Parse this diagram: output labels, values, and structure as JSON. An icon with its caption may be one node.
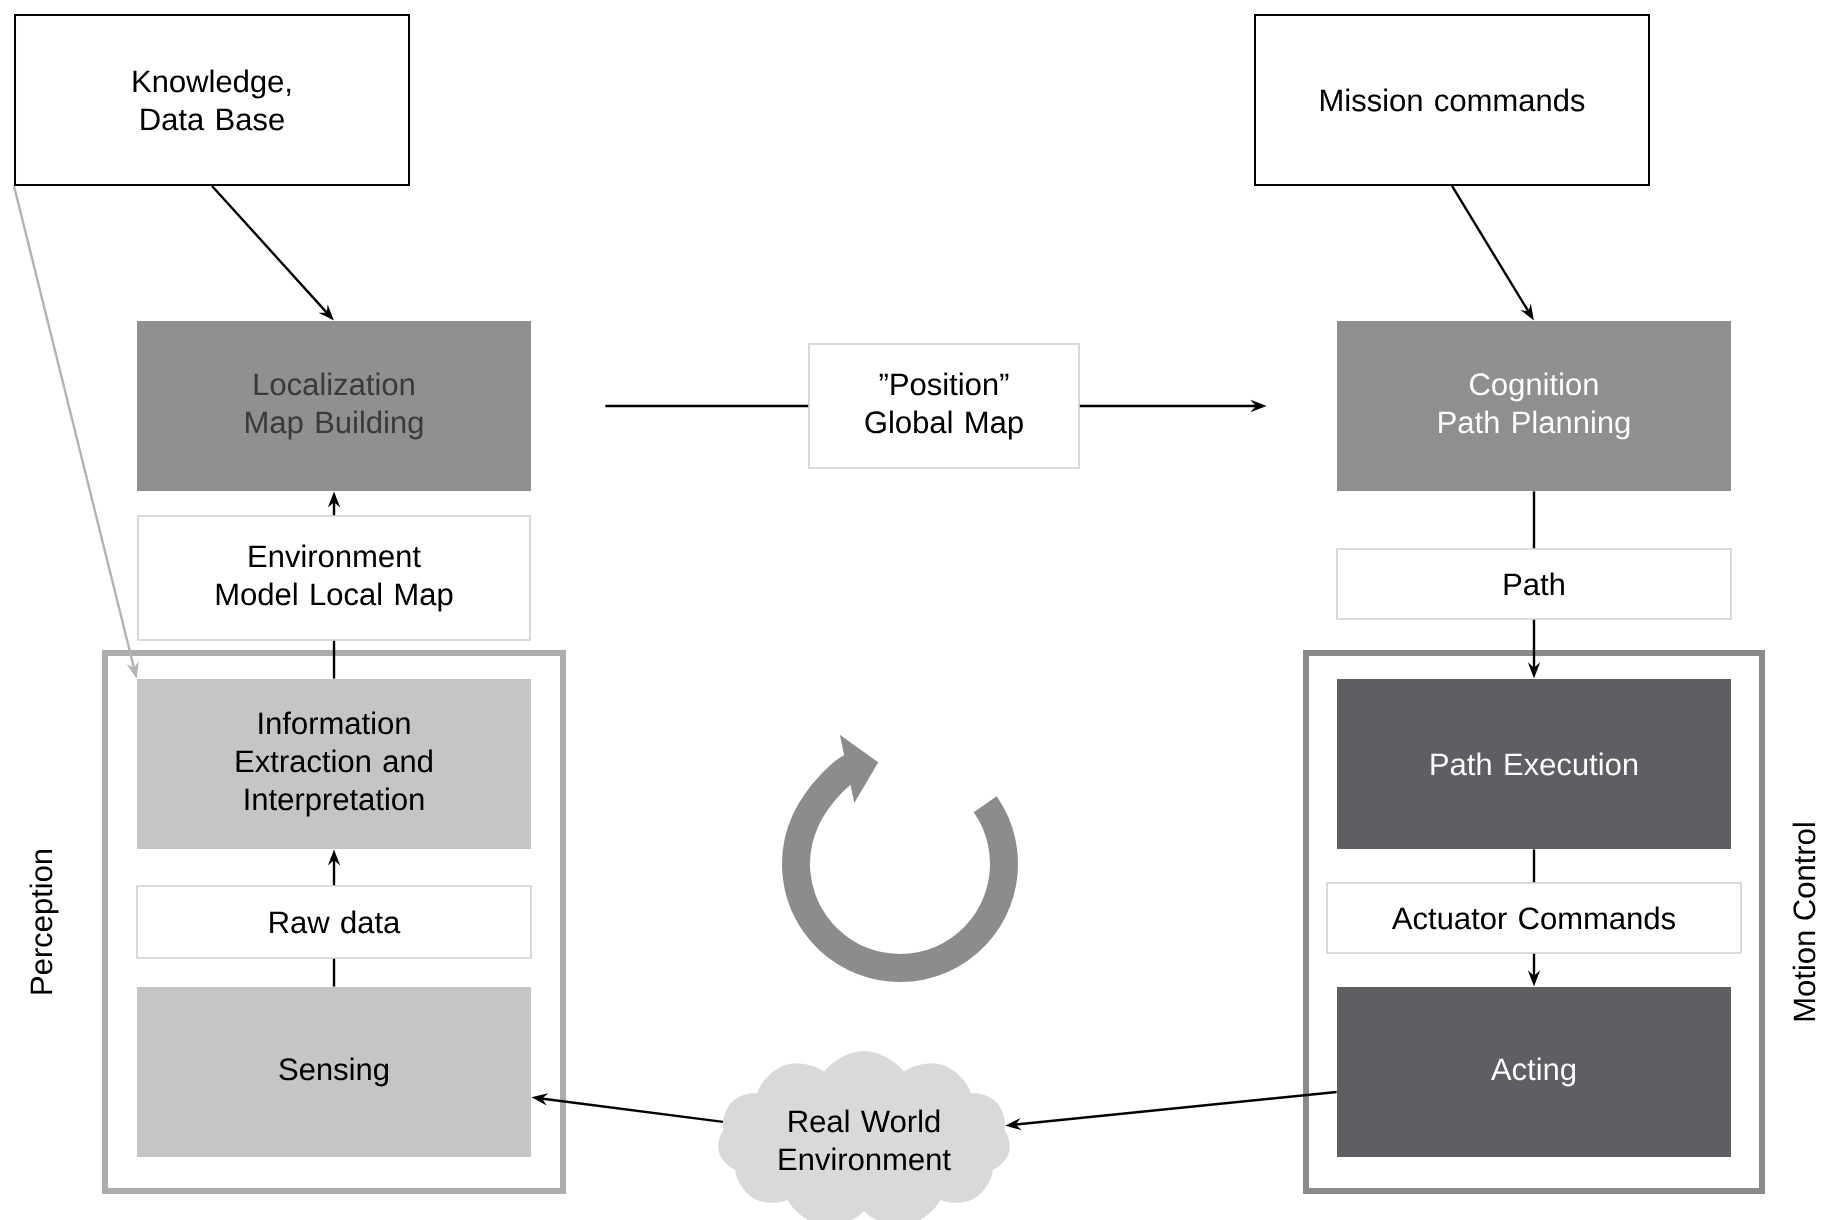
{
  "diagram": {
    "nodes": [
      {
        "text": [
          "Knowledge, Data Base"
        ]
      },
      {
        "text": [
          "Mission commands"
        ]
      },
      {
        "text": [
          "Localization Map Building"
        ]
      },
      {
        "text": [
          "”Position” Global Map"
        ]
      },
      {
        "text": [
          "Cognition Path Planning"
        ]
      },
      {
        "text": [
          "Environment Model Local Map"
        ]
      },
      {
        "text": [
          "Perception"
        ]
      },
      {
        "text": [
          "Information Extraction and Interpretation"
        ],
        "in": 6
      },
      {
        "text": [
          "Raw data"
        ],
        "in": 6
      },
      {
        "text": [
          "Sensing"
        ],
        "in": 6
      },
      {
        "text": [
          "Path"
        ]
      },
      {
        "text": [
          "Motion Control"
        ]
      },
      {
        "text": [
          "Path Execution"
        ],
        "in": 11
      },
      {
        "text": [
          "Actuator Commands"
        ],
        "in": 11
      },
      {
        "text": [
          "Acting"
        ],
        "in": 11
      },
      {
        "text": [
          "Real World Environment"
        ]
      }
    ],
    "edges": [
      {
        "from": 0,
        "to": 2,
        "arrow": "to"
      },
      {
        "from": 1,
        "to": 4,
        "arrow": "to"
      },
      {
        "from": 2,
        "to": 3,
        "arrow": "none"
      },
      {
        "from": 3,
        "to": 4,
        "arrow": "to"
      },
      {
        "from": 5,
        "to": 2,
        "arrow": "to"
      },
      {
        "from": 7,
        "to": 5,
        "arrow": "none"
      },
      {
        "from": 0,
        "to": 7,
        "arrow": "to",
        "color": "#b3b3b3"
      },
      {
        "from": 9,
        "to": 8,
        "arrow": "none"
      },
      {
        "from": 8,
        "to": 7,
        "arrow": "to"
      },
      {
        "from": 4,
        "to": 10,
        "arrow": "none"
      },
      {
        "from": 10,
        "to": 12,
        "arrow": "to"
      },
      {
        "from": 12,
        "to": 13,
        "arrow": "none"
      },
      {
        "from": 13,
        "to": 14,
        "arrow": "to"
      },
      {
        "from": 14,
        "to": 15,
        "arrow": "to"
      },
      {
        "from": 15,
        "to": 9,
        "arrow": "to"
      }
    ]
  }
}
